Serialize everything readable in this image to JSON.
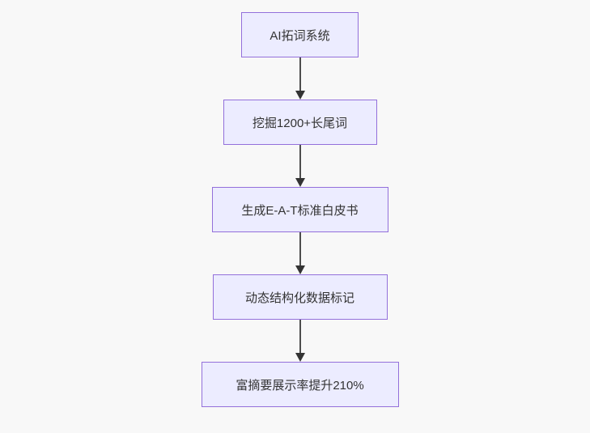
{
  "diagram": {
    "type": "flowchart",
    "direction": "top-down",
    "nodes": [
      {
        "label": "AI拓词系统"
      },
      {
        "label": "挖掘1200+长尾词"
      },
      {
        "label": "生成E-A-T标准白皮书"
      },
      {
        "label": "动态结构化数据标记"
      },
      {
        "label": "富摘要展示率提升210%"
      }
    ],
    "edges": [
      {
        "from": 0,
        "to": 1
      },
      {
        "from": 1,
        "to": 2
      },
      {
        "from": 2,
        "to": 3
      },
      {
        "from": 3,
        "to": 4
      }
    ]
  },
  "colors": {
    "background": "#f8f8f8",
    "node_fill": "#ececff",
    "node_border": "#9370db",
    "node_text": "#333333",
    "edge_line": "#4d4d4d",
    "arrowhead": "#333333"
  }
}
